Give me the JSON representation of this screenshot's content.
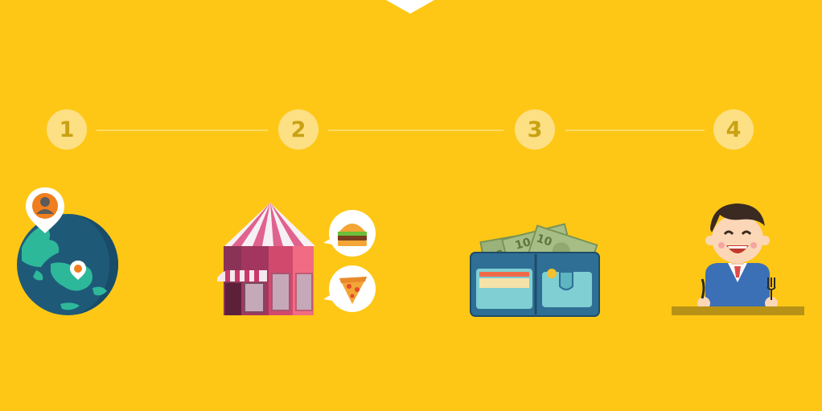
{
  "steps": [
    {
      "number": "1",
      "icon": "location-globe-icon"
    },
    {
      "number": "2",
      "icon": "restaurant-stall-icon"
    },
    {
      "number": "3",
      "icon": "wallet-money-icon"
    },
    {
      "number": "4",
      "icon": "happy-diner-icon"
    }
  ],
  "food_options": [
    "burger-icon",
    "pizza-slice-icon"
  ],
  "banknote_label": "10",
  "colors": {
    "background": "#FEC716",
    "step_circle": "#FDE084",
    "step_number": "#C9A213",
    "connector": "#FDDB64"
  }
}
